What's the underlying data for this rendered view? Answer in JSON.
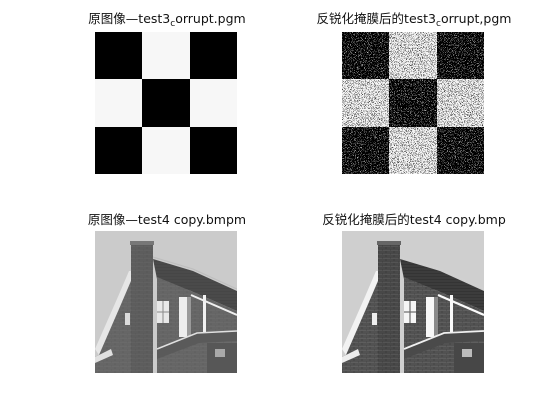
{
  "figure": {
    "panels": [
      {
        "id": "p1",
        "title_prefix": "原图像—test3",
        "title_sub": "c",
        "title_suffix": "orrupt.pgm",
        "image": "checkerboard-original"
      },
      {
        "id": "p2",
        "title_prefix": "反锐化掩膜后的test3",
        "title_sub": "c",
        "title_suffix": "orrupt,pgm",
        "image": "checkerboard-sharpened"
      },
      {
        "id": "p3",
        "title_prefix": "原图像—test4 copy.bmpm",
        "title_sub": "",
        "title_suffix": "",
        "image": "house-original"
      },
      {
        "id": "p4",
        "title_prefix": "反锐化掩膜后的test4 copy.bmp",
        "title_sub": "",
        "title_suffix": "",
        "image": "house-sharpened"
      }
    ]
  }
}
